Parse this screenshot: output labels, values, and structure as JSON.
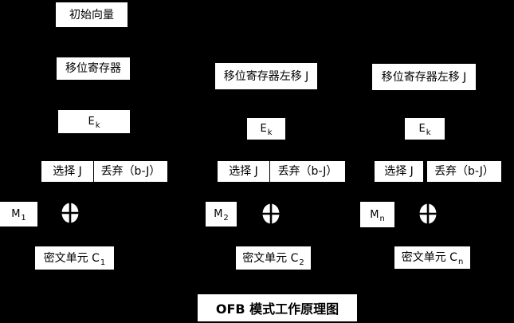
{
  "colors": {
    "background": "#000000",
    "box_fill": "#ffffff",
    "text": "#000000"
  },
  "title": "OFB 模式工作原理图",
  "columns": [
    {
      "iv_label": "初始向量",
      "shift_label": "移位寄存器",
      "e_main": "E",
      "e_sub": "k",
      "select_label": "选择 J",
      "discard_label": "丢弃（b-J）",
      "m_main": "M",
      "m_sub": "1",
      "cipher_main": "密文单元 C",
      "cipher_sub": "1"
    },
    {
      "shift_label": "移位寄存器左移 J",
      "e_main": "E",
      "e_sub": "k",
      "select_label": "选择 J",
      "discard_label": "丢弃（b-J）",
      "m_main": "M",
      "m_sub": "2",
      "cipher_main": "密文单元 C",
      "cipher_sub": "2"
    },
    {
      "shift_label": "移位寄存器左移 J",
      "e_main": "E",
      "e_sub": "k",
      "select_label": "选择 J",
      "discard_label": "丢弃（b-J）",
      "m_main": "M",
      "m_sub": "n",
      "cipher_main": "密文单元 C",
      "cipher_sub": "n"
    }
  ]
}
